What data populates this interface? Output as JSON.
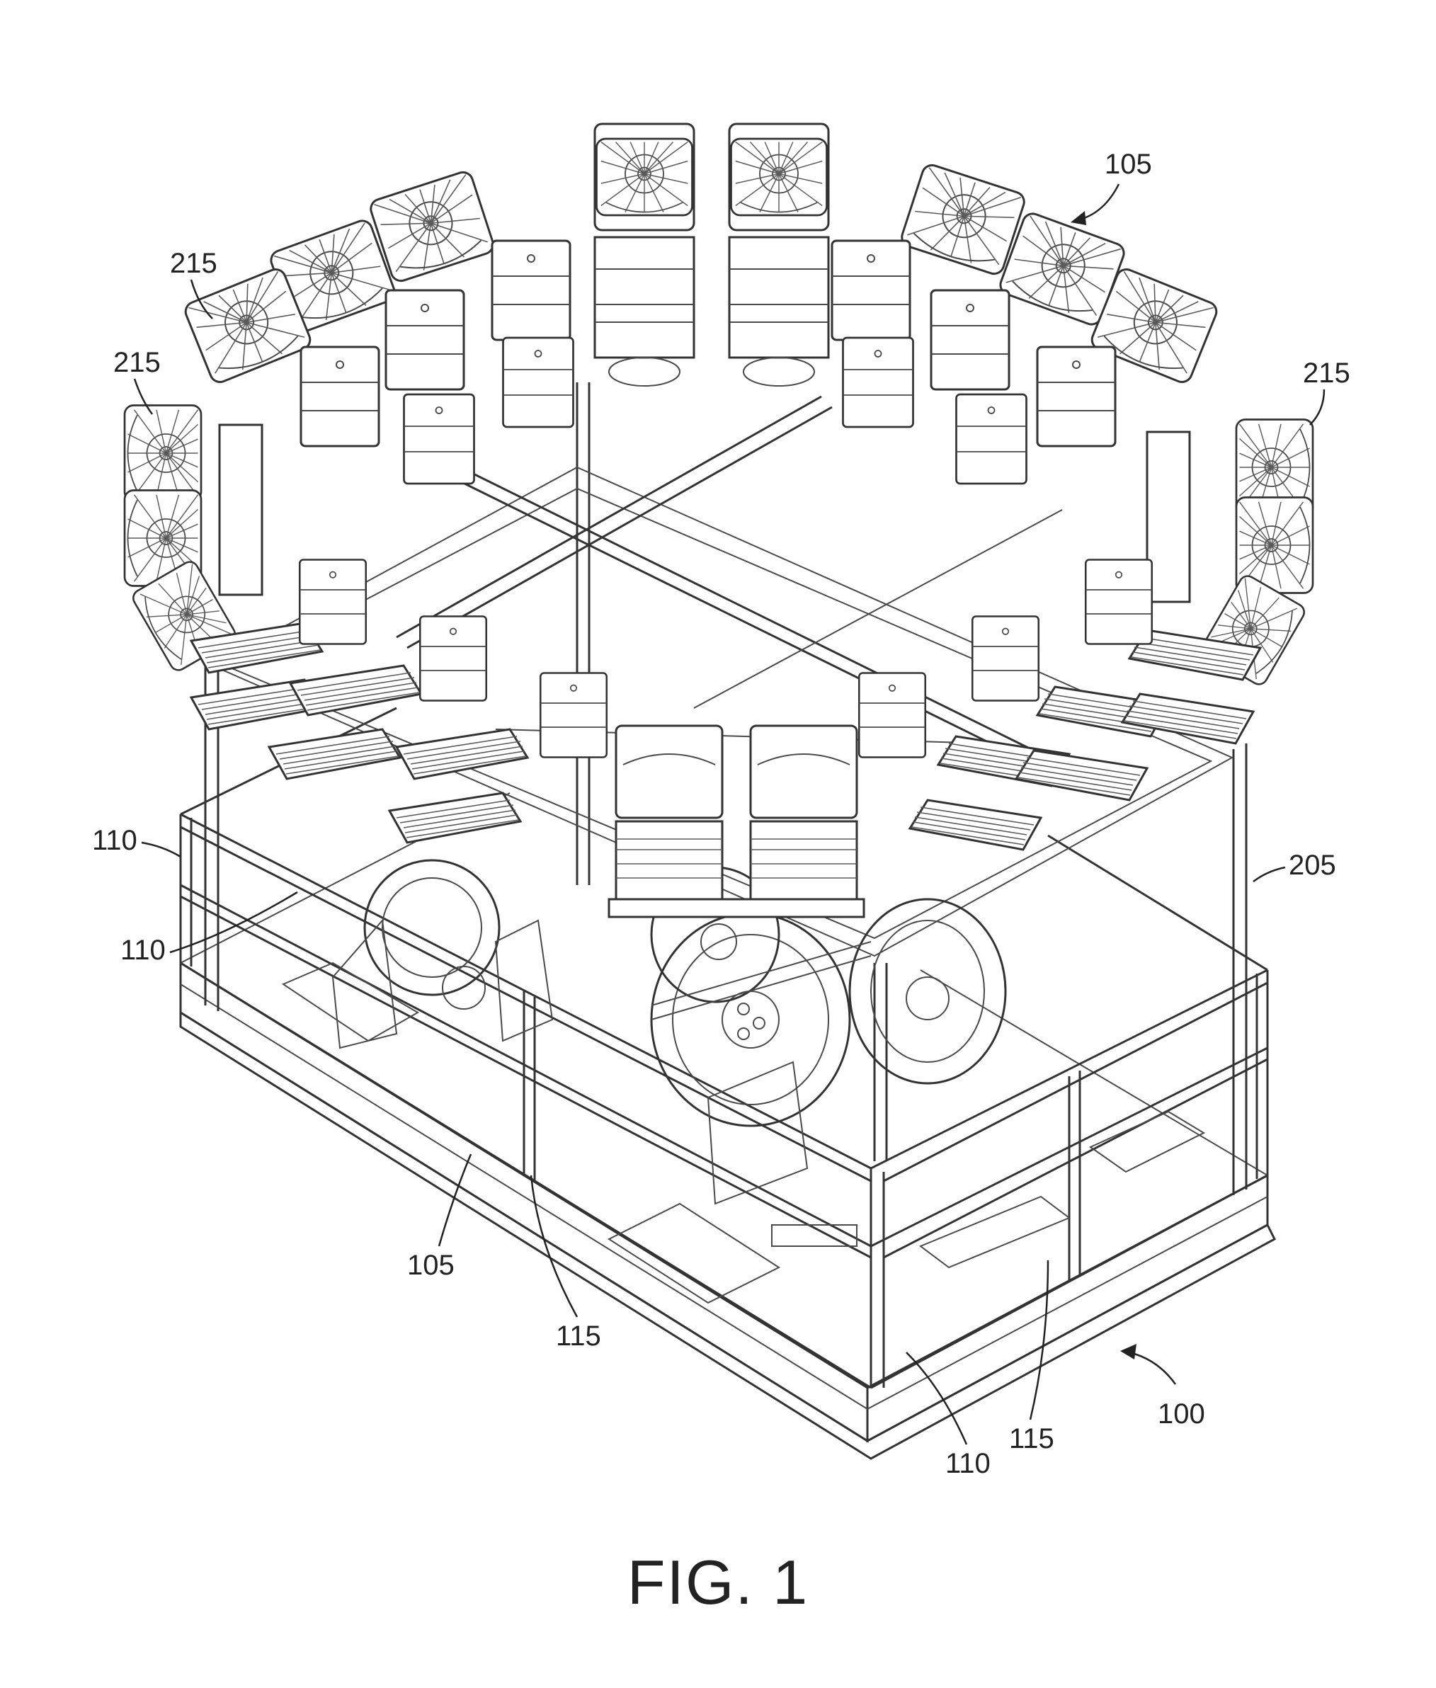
{
  "figure": {
    "caption": "FIG. 1"
  },
  "labels": {
    "ref_105_top": "105",
    "ref_215_a": "215",
    "ref_215_b": "215",
    "ref_215_c": "215",
    "ref_110_a": "110",
    "ref_110_b": "110",
    "ref_205": "205",
    "ref_105_bottom": "105",
    "ref_115_a": "115",
    "ref_110_c": "110",
    "ref_115_b": "115",
    "ref_100": "100"
  },
  "colors": {
    "line": "#333333",
    "background": "#ffffff"
  }
}
